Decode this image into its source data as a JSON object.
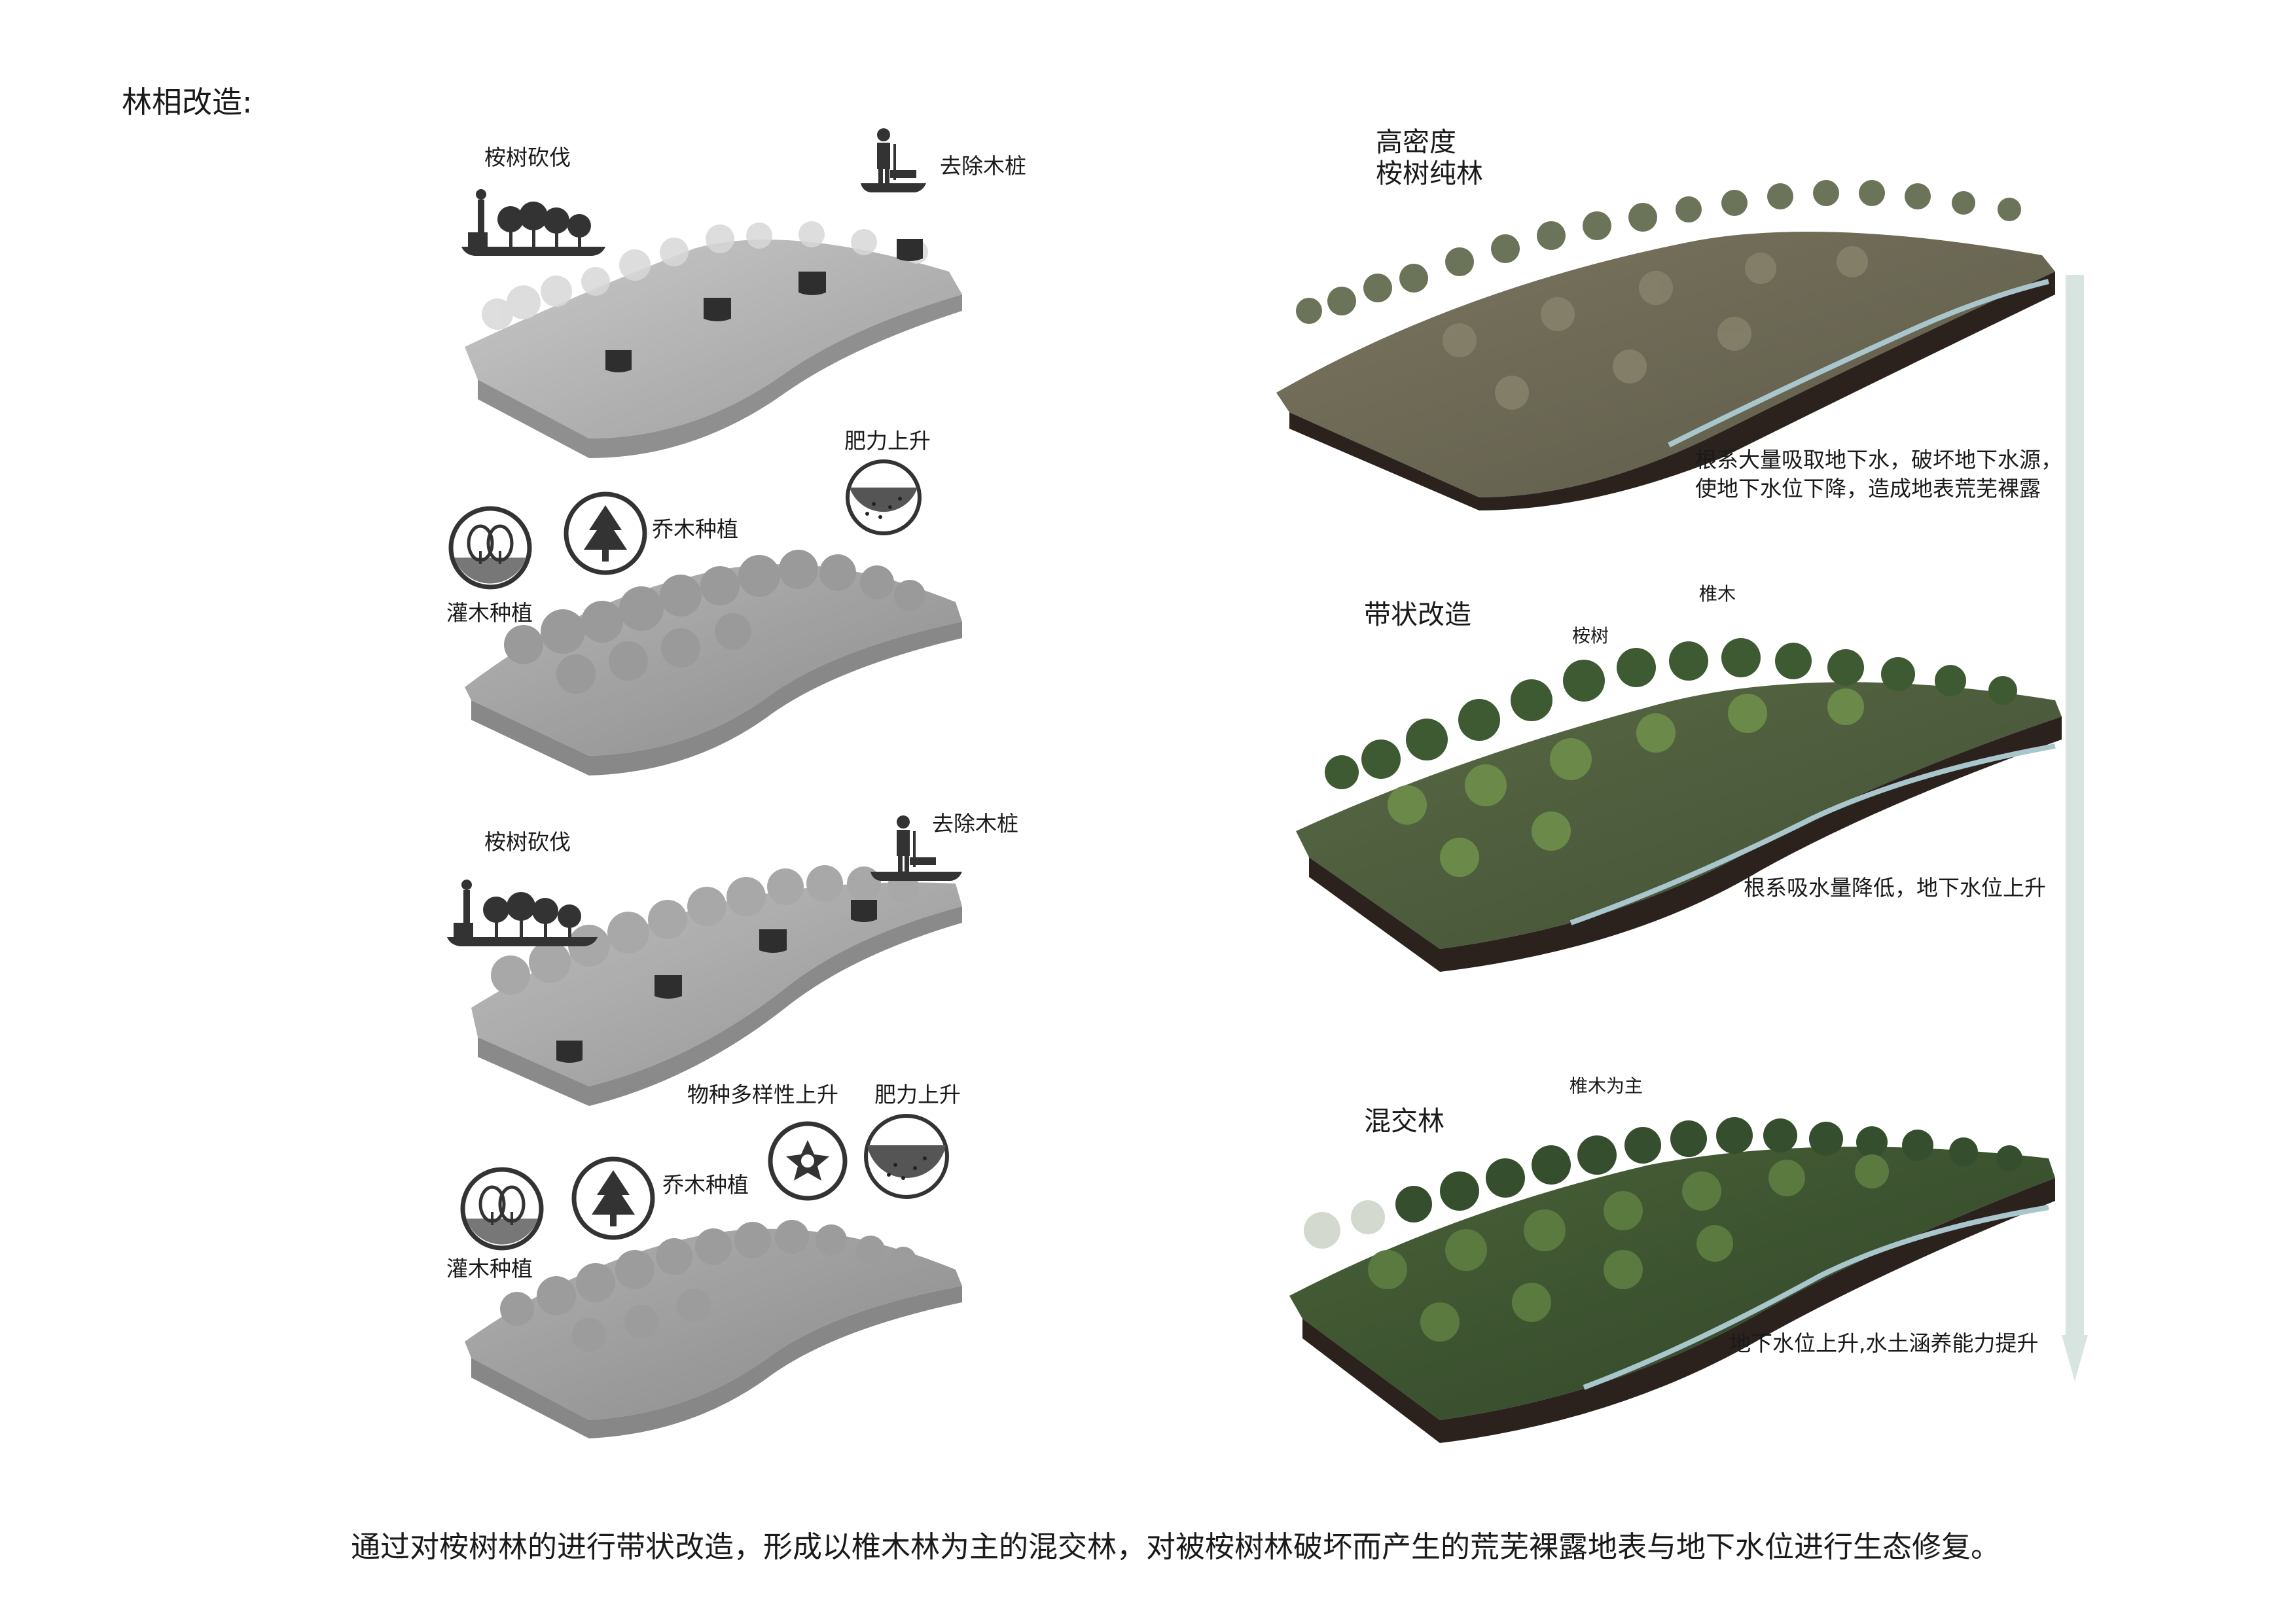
{
  "page": {
    "title": "林相改造:",
    "caption": "通过对桉树林的进行带状改造，形成以椎木林为主的混交林，对被桉树林破坏而产生的荒芜裸露地表与地下水位进行生态修复。"
  },
  "left_column": {
    "panel1": {
      "label_cut": "桉树砍伐",
      "label_stump": "去除木桩",
      "cut_icon": "logging-icon",
      "stump_icon": "stump-removal-icon"
    },
    "panel2": {
      "label_fertility": "肥力上升",
      "label_arbor": "乔木种植",
      "label_shrub": "灌木种植",
      "fertility_icon": "soil-fertility-icon",
      "arbor_icon": "conifer-tree-icon",
      "shrub_icon": "shrub-icon"
    },
    "panel3": {
      "label_cut": "桉树砍伐",
      "label_stump": "去除木桩",
      "cut_icon": "logging-icon",
      "stump_icon": "stump-removal-icon"
    },
    "panel4": {
      "label_biodiversity": "物种多样性上升",
      "label_fertility": "肥力上升",
      "label_arbor": "乔木种植",
      "label_shrub": "灌木种植",
      "biodiversity_icon": "biodiversity-icon",
      "fertility_icon": "soil-fertility-icon",
      "arbor_icon": "conifer-tree-icon",
      "shrub_icon": "shrub-icon"
    }
  },
  "right_column": {
    "stage1": {
      "title_line1": "高密度",
      "title_line2": "桉树纯林",
      "note_line1": "根系大量吸取地下水，破坏地下水源，",
      "note_line2": "使地下水位下降，造成地表荒芜裸露"
    },
    "stage2": {
      "title": "带状改造",
      "label_eucalyptus": "桉树",
      "label_zhui": "椎木",
      "note": "根系吸水量降低，地下水位上升"
    },
    "stage3": {
      "title": "混交林",
      "label_dominant": "椎木为主",
      "note": "地下水位上升,水土涵养能力提升"
    }
  },
  "colors": {
    "gray_terrain": "#b9b9b9",
    "gray_dark": "#3a3a3a",
    "soil_dark": "#2b221d",
    "forest_brown": "#6e6a55",
    "forest_green": "#4f6b3f",
    "forest_deep": "#354e2d",
    "water_blue": "#a9c6cc",
    "arrow": "#d7e4e0"
  }
}
